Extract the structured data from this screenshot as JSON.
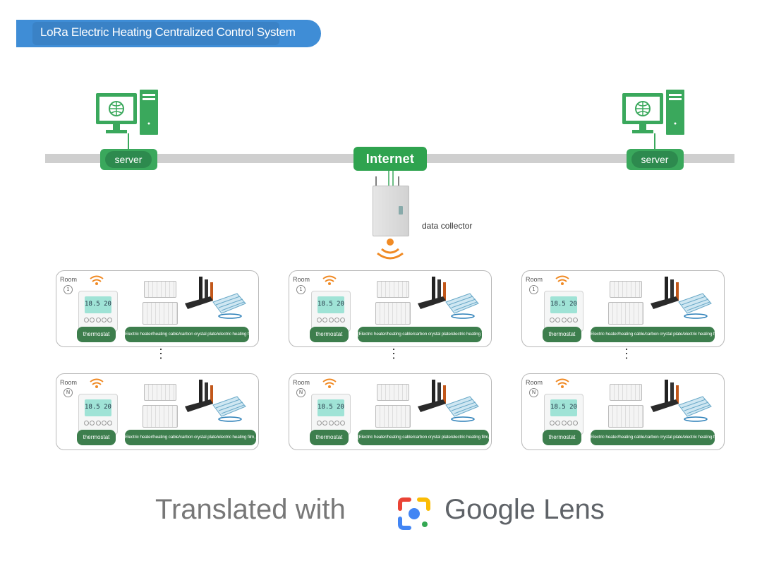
{
  "header": {
    "title": "LoRa Electric Heating Centralized Control System"
  },
  "network": {
    "servers": [
      {
        "label": "server"
      },
      {
        "label": "server"
      }
    ],
    "internet_label": "Internet",
    "collector_label": "data collector"
  },
  "rooms": [
    {
      "room": "Room",
      "num": "1",
      "thermostat": "thermostat",
      "devices": "Electric heater/heating cable/carbon crystal plate/electric heating film, etc."
    },
    {
      "room": "Room",
      "num": "1",
      "thermostat": "thermostat",
      "devices": "[Electric heater/heating cable/carbon crystal plate/electric heating film, etc."
    },
    {
      "room": "Room",
      "num": "1",
      "thermostat": "thermostat",
      "devices": "Electric heater/heating cable/carbon crystal plate/electric heating film, etc."
    },
    {
      "room": "Room",
      "num": "N",
      "thermostat": "thermostat",
      "devices": "Electric heater/heating cable/carbon crystal plate/electric heating film, etc."
    },
    {
      "room": "Room",
      "num": "N",
      "thermostat": "thermostat",
      "devices": "[Electric heater/heating cable/carbon crystal plate/electric heating film, etc."
    },
    {
      "room": "Room",
      "num": "N",
      "thermostat": "thermostat",
      "devices": "Electric heater/heating cable/carbon crystal plate/electric heating film, etc."
    }
  ],
  "thermostat_display": "18.5 20",
  "ellipsis": "⋮",
  "watermark": {
    "prefix": "Translated with",
    "brand": "Google Lens"
  },
  "colors": {
    "green": "#2fa34f",
    "dark_green": "#3d7e4d",
    "blue": "#3f8dd6",
    "orange": "#f08a24"
  },
  "icons": [
    "computer-icon",
    "wifi-signal-icon",
    "thermostat-icon",
    "radiator-icon",
    "heating-film-icon",
    "google-lens-icon"
  ]
}
